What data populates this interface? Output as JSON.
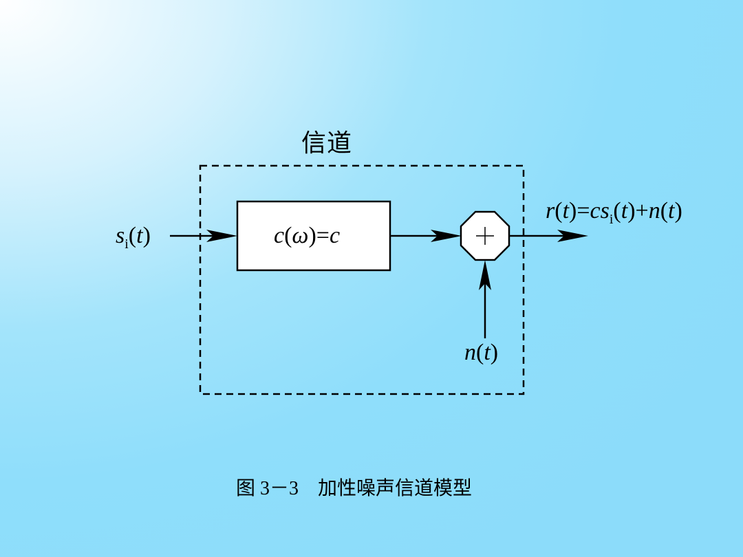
{
  "title": "信道",
  "caption": "图 3－3　加性噪声信道模型",
  "input": {
    "var": "s",
    "sub": "i",
    "arg": "(",
    "t": "t",
    "close": ")"
  },
  "block": {
    "c": "c",
    "open": "(",
    "omega": "ω",
    "close": ")=",
    "c2": "c"
  },
  "adder": {
    "symbol": "+"
  },
  "noise": {
    "n": "n",
    "open": "(",
    "t": "t",
    "close": ")"
  },
  "output": {
    "r": "r",
    "p1": "(",
    "t1": "t",
    "p2": ")=",
    "cs": "cs",
    "sub": "i",
    "p3": "(",
    "t2": "t",
    "p4": ")+",
    "n": "n",
    "p5": "(",
    "t3": "t",
    "p6": ")"
  }
}
